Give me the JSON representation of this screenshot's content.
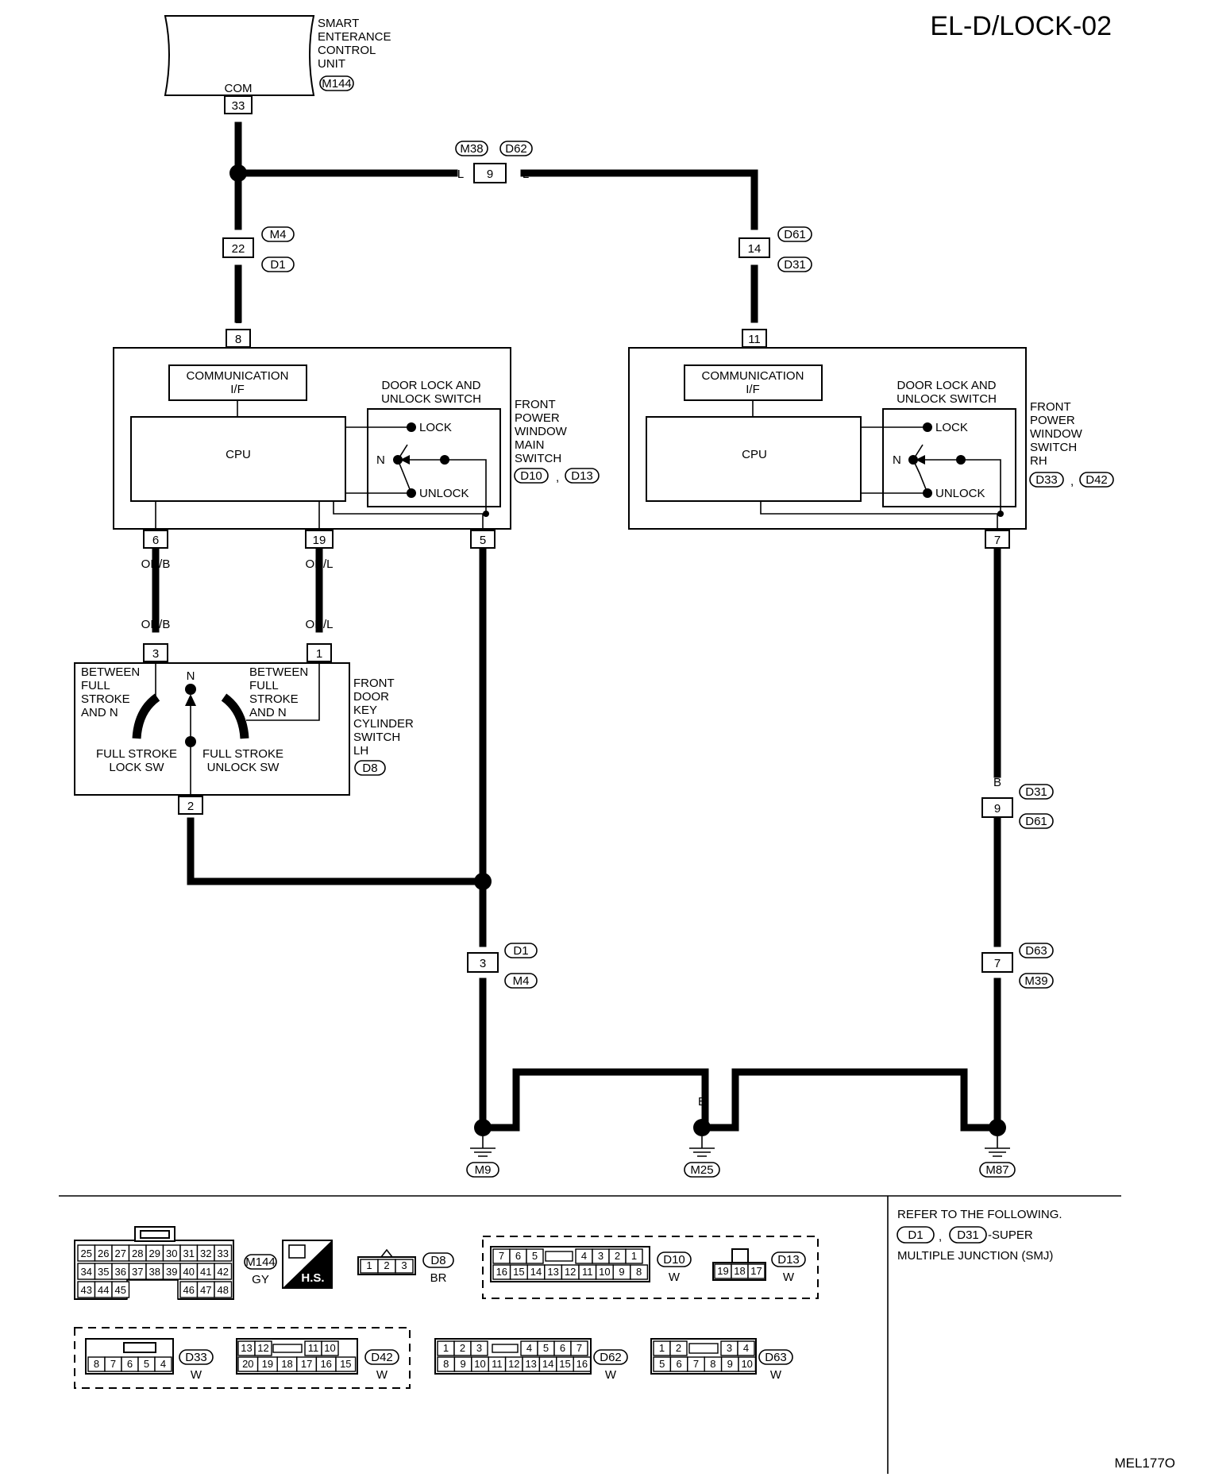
{
  "header": {
    "code": "EL-D/LOCK-02",
    "figure_id": "MEL177O"
  },
  "units": {
    "secu": {
      "lines": [
        "SMART",
        "ENTERANCE",
        "CONTROL",
        "UNIT"
      ],
      "connector": "M144",
      "pin_label": "COM",
      "pin": "33"
    },
    "main_switch": {
      "lines": [
        "FRONT",
        "POWER",
        "WINDOW",
        "MAIN",
        "SWITCH"
      ],
      "connectors": [
        "D10",
        "D13"
      ],
      "comm_lines": [
        "COMMUNICATION",
        "I/F"
      ],
      "cpu": "CPU",
      "dlus_lines": [
        "DOOR LOCK AND",
        "UNLOCK SWITCH"
      ],
      "lock": "LOCK",
      "unlock": "UNLOCK",
      "neutral": "N",
      "pins": {
        "top": "8",
        "a": "6",
        "b": "19",
        "c": "5"
      }
    },
    "rh_switch": {
      "lines": [
        "FRONT",
        "POWER",
        "WINDOW",
        "SWITCH",
        "RH"
      ],
      "connectors": [
        "D33",
        "D42"
      ],
      "comm_lines": [
        "COMMUNICATION",
        "I/F"
      ],
      "cpu": "CPU",
      "dlus_lines": [
        "DOOR LOCK AND",
        "UNLOCK SWITCH"
      ],
      "lock": "LOCK",
      "unlock": "UNLOCK",
      "neutral": "N",
      "pins": {
        "top": "11",
        "bottom": "7"
      }
    },
    "key_cyl": {
      "lines": [
        "FRONT",
        "DOOR",
        "KEY",
        "CYLINDER",
        "SWITCH",
        "LH"
      ],
      "connector": "D8",
      "left_lines": [
        "BETWEEN",
        "FULL",
        "STROKE",
        "AND N"
      ],
      "right_lines": [
        "BETWEEN",
        "FULL",
        "STROKE",
        "AND N"
      ],
      "neutral": "N",
      "lock_sw": [
        "FULL STROKE",
        "LOCK SW"
      ],
      "unlock_sw": [
        "FULL STROKE",
        "UNLOCK SW"
      ],
      "pins": {
        "a": "3",
        "b": "1",
        "c": "2"
      }
    }
  },
  "wire_colors": {
    "L": "L",
    "B": "B",
    "ORB": "OR/B",
    "ORL": "OR/L"
  },
  "inline_connectors": {
    "c9": {
      "pin": "9",
      "tags": [
        "M38",
        "D62"
      ]
    },
    "c22": {
      "pin": "22",
      "tags": [
        "M4",
        "D1"
      ]
    },
    "c14": {
      "pin": "14",
      "tags": [
        "D61",
        "D31"
      ]
    },
    "c9b": {
      "pin": "9",
      "tags": [
        "D31",
        "D61"
      ]
    },
    "c3": {
      "pin": "3",
      "tags": [
        "D1",
        "M4"
      ]
    },
    "c7": {
      "pin": "7",
      "tags": [
        "D63",
        "M39"
      ]
    }
  },
  "grounds": [
    "M9",
    "M25",
    "M87"
  ],
  "legend": {
    "m144": {
      "tag": "M144",
      "color": "GY",
      "row1": [
        "25",
        "26",
        "27",
        "28",
        "29",
        "30",
        "31",
        "32",
        "33"
      ],
      "row2": [
        "34",
        "35",
        "36",
        "37",
        "38",
        "39",
        "40",
        "41",
        "42"
      ],
      "row3a": [
        "43",
        "44",
        "45"
      ],
      "row3b": [
        "46",
        "47",
        "48"
      ]
    },
    "hs": "H.S.",
    "d8": {
      "tag": "D8",
      "color": "BR",
      "pins": [
        "1",
        "2",
        "3"
      ]
    },
    "d10": {
      "tag": "D10",
      "color": "W",
      "row1a": [
        "7",
        "6",
        "5"
      ],
      "row1b": [
        "4",
        "3",
        "2",
        "1"
      ],
      "row2": [
        "16",
        "15",
        "14",
        "13",
        "12",
        "11",
        "10",
        "9",
        "8"
      ]
    },
    "d13": {
      "tag": "D13",
      "color": "W",
      "pins": [
        "19",
        "18",
        "17"
      ]
    },
    "d33": {
      "tag": "D33",
      "color": "W",
      "row2": [
        "8",
        "7",
        "6",
        "5",
        "4"
      ]
    },
    "d42": {
      "tag": "D42",
      "color": "W",
      "row1a": [
        "13",
        "12"
      ],
      "row1b": [
        "11",
        "10"
      ],
      "row2": [
        "20",
        "19",
        "18",
        "17",
        "16",
        "15"
      ]
    },
    "d62": {
      "tag": "D62",
      "color": "W",
      "row1a": [
        "1",
        "2",
        "3"
      ],
      "row1b": [
        "4",
        "5",
        "6",
        "7"
      ],
      "row2": [
        "8",
        "9",
        "10",
        "11",
        "12",
        "13",
        "14",
        "15",
        "16"
      ]
    },
    "d63": {
      "tag": "D63",
      "color": "W",
      "row1a": [
        "1",
        "2"
      ],
      "row1b": [
        "3",
        "4"
      ],
      "row2": [
        "5",
        "6",
        "7",
        "8",
        "9",
        "10"
      ]
    }
  },
  "note": {
    "line1": "REFER TO THE FOLLOWING.",
    "tag1": "D1",
    "tag2": "D31",
    "suffix": "-SUPER",
    "line3": "MULTIPLE JUNCTION (SMJ)"
  }
}
